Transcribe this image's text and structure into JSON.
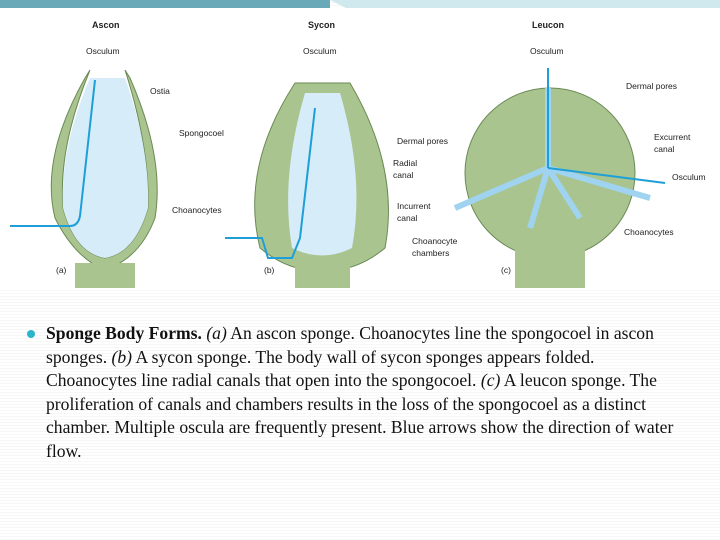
{
  "colors": {
    "accent": "#2bb5cc",
    "tissue": "#a9c48f",
    "water": "#cfe8f6",
    "flow": "#1e9fd8",
    "choanocyte": "#8b2a2a"
  },
  "figure": {
    "ascon": {
      "title": "Ascon",
      "osculum": "Osculum",
      "ostia": "Ostia",
      "spongocoel": "Spongocoel",
      "choanocytes": "Choanocytes",
      "panel": "(a)"
    },
    "sycon": {
      "title": "Sycon",
      "osculum": "Osculum",
      "dermal_pores": "Dermal pores",
      "radial_canal": [
        "Radial",
        "canal"
      ],
      "incurrent_canal": [
        "Incurrent",
        "canal"
      ],
      "panel": "(b)"
    },
    "leucon": {
      "title": "Leucon",
      "osculum_top": "Osculum",
      "dermal_pores": "Dermal pores",
      "excurrent_canal": [
        "Excurrent",
        "canal"
      ],
      "osculum_right": "Osculum",
      "choanocytes": "Choanocytes",
      "choanocyte_chambers": [
        "Choanocyte",
        "chambers"
      ],
      "panel": "(c)"
    }
  },
  "caption": {
    "bullet_icon": "bullet-dot",
    "segments": [
      {
        "style": "bold",
        "text": "Sponge Body Forms."
      },
      {
        "style": "italic",
        "text": " (a)"
      },
      {
        "style": "normal",
        "text": " An ascon sponge. Choanocytes line the spongocoel in ascon sponges."
      },
      {
        "style": "italic",
        "text": " (b)"
      },
      {
        "style": "normal",
        "text": " A sycon sponge. The body wall of sycon sponges appears folded. Choanocytes line radial canals that open into the spongocoel."
      },
      {
        "style": "italic",
        "text": " (c)"
      },
      {
        "style": "normal",
        "text": " A leucon sponge. The proliferation of canals and chambers results in the loss of the spongocoel as a distinct chamber. Multiple oscula are frequently present. Blue arrows show the direction of water flow."
      }
    ]
  }
}
